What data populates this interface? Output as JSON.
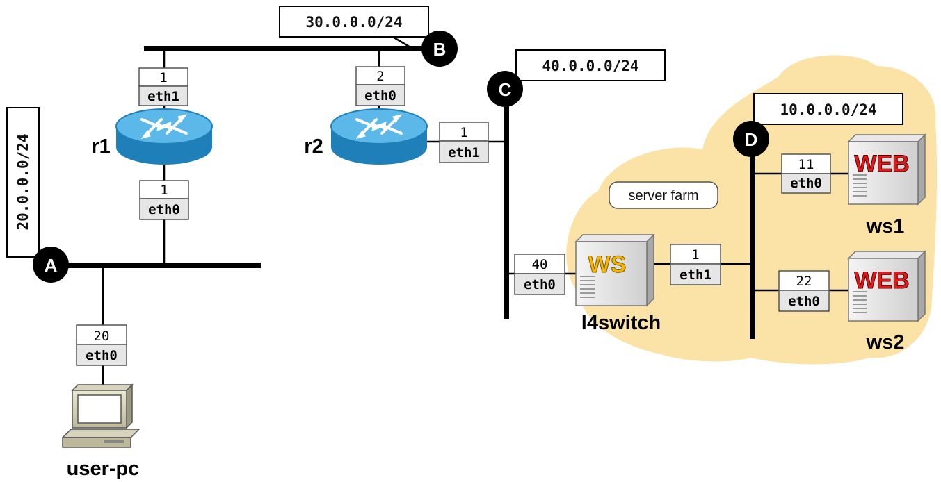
{
  "networks": {
    "A": {
      "letter": "A",
      "cidr": "20.0.0.0/24"
    },
    "B": {
      "letter": "B",
      "cidr": "30.0.0.0/24"
    },
    "C": {
      "letter": "C",
      "cidr": "40.0.0.0/24"
    },
    "D": {
      "letter": "D",
      "cidr": "10.0.0.0/24"
    }
  },
  "cloud": {
    "label": "server farm",
    "color": "#fbe3a8"
  },
  "devices": {
    "r1": {
      "name": "r1",
      "icon": "router-icon"
    },
    "r2": {
      "name": "r2",
      "icon": "router-icon"
    },
    "l4switch": {
      "name": "l4switch",
      "icon": "ws-server-icon",
      "badge": "WS"
    },
    "ws1": {
      "name": "ws1",
      "icon": "web-server-icon",
      "badge": "WEB"
    },
    "ws2": {
      "name": "ws2",
      "icon": "web-server-icon",
      "badge": "WEB"
    },
    "user_pc": {
      "name": "user-pc",
      "icon": "computer-icon"
    }
  },
  "interfaces": {
    "r1_eth1": {
      "host": "1",
      "iface": "eth1"
    },
    "r1_eth0": {
      "host": "1",
      "iface": "eth0"
    },
    "r2_eth0": {
      "host": "2",
      "iface": "eth0"
    },
    "r2_eth1": {
      "host": "1",
      "iface": "eth1"
    },
    "user_pc_eth0": {
      "host": "20",
      "iface": "eth0"
    },
    "l4_eth0": {
      "host": "40",
      "iface": "eth0"
    },
    "l4_eth1": {
      "host": "1",
      "iface": "eth1"
    },
    "ws1_eth0": {
      "host": "11",
      "iface": "eth0"
    },
    "ws2_eth0": {
      "host": "22",
      "iface": "eth0"
    }
  },
  "colors": {
    "router_body": "#2a8fc9",
    "router_top": "#5bb8e8",
    "server_badge_web": "#e11b1b",
    "server_badge_ws": "#f5b400",
    "iface_fill": "#e6e6e6"
  }
}
